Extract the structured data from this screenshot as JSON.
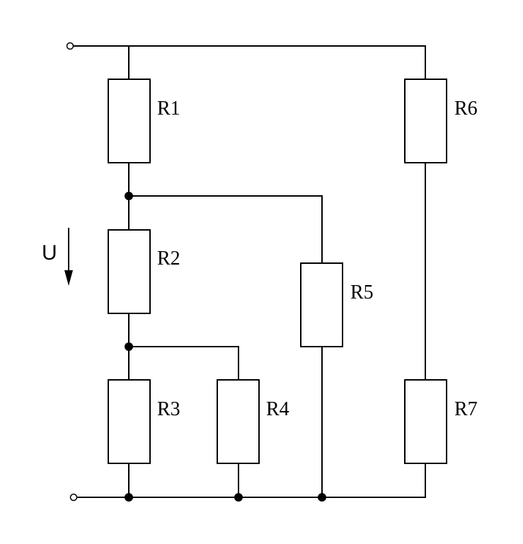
{
  "diagram": {
    "type": "resistor-network",
    "resistors": [
      {
        "id": "R1",
        "label": "R1"
      },
      {
        "id": "R2",
        "label": "R2"
      },
      {
        "id": "R3",
        "label": "R3"
      },
      {
        "id": "R4",
        "label": "R4"
      },
      {
        "id": "R5",
        "label": "R5"
      },
      {
        "id": "R6",
        "label": "R6"
      },
      {
        "id": "R7",
        "label": "R7"
      }
    ],
    "voltage": {
      "label": "U",
      "direction": "down",
      "across": "R2"
    },
    "connections": [
      "input-top -> R1, R6",
      "R1 -> node-a",
      "node-a -> R2, R5",
      "R2 -> node-b",
      "node-b -> R3, R4",
      "R6 -> R7",
      "R3, R4, R5, R7 -> input-bottom"
    ]
  }
}
